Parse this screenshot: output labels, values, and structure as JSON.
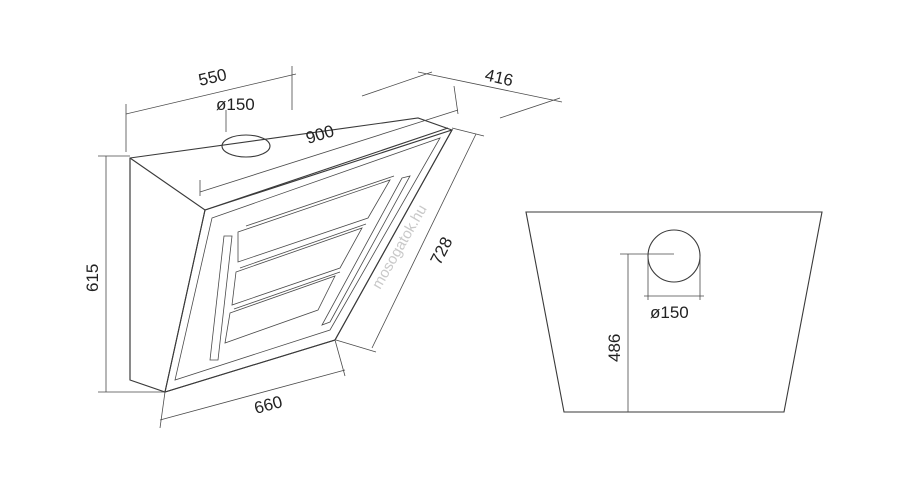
{
  "front_view": {
    "width_top": "550",
    "depth_top": "416",
    "diagonal_width": "900",
    "duct_diameter": "ø150",
    "height": "615",
    "glass_length": "728",
    "bottom_width": "660"
  },
  "side_view": {
    "duct_diameter": "ø150",
    "duct_height": "486"
  },
  "watermark": "mosogatok.hu"
}
